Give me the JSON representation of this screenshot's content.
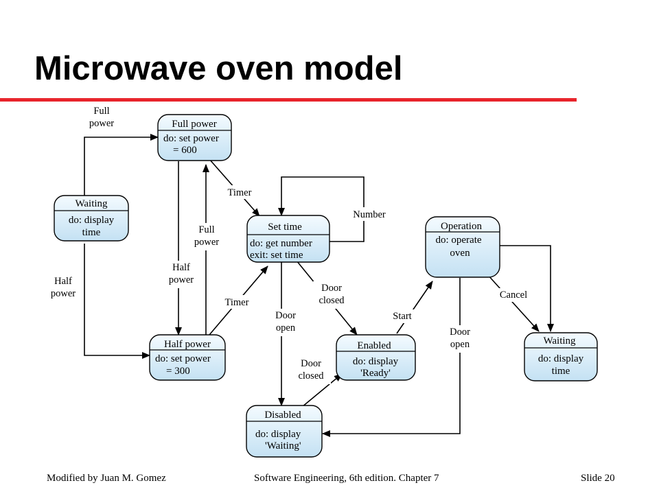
{
  "slide": {
    "title": "Microwave oven model"
  },
  "states": {
    "full_power": {
      "name": "Full power",
      "action_1": "do: set power",
      "action_2": "= 600"
    },
    "waiting_left": {
      "name": "Waiting",
      "action_1": "do: display",
      "action_2": "time"
    },
    "half_power": {
      "name": "Half power",
      "action_1": "do: set power",
      "action_2": "= 300"
    },
    "set_time": {
      "name": "Set time",
      "action_1": "do: get number",
      "action_2": "exit: set time"
    },
    "enabled": {
      "name": "Enabled",
      "action_1": "do: display",
      "action_2": "'Ready'"
    },
    "disabled": {
      "name": "Disabled",
      "action_1": "do: display",
      "action_2": "'Waiting'"
    },
    "operation": {
      "name": "Operation",
      "action_1": "do: operate",
      "action_2": "oven"
    },
    "waiting_right": {
      "name": "Waiting",
      "action_1": "do: display",
      "action_2": "time"
    }
  },
  "transitions": {
    "full_power_top": [
      "Full",
      "power"
    ],
    "half_power_left": [
      "Half",
      "power"
    ],
    "half_power_mid": [
      "Half",
      "power"
    ],
    "full_power_mid": [
      "Full",
      "power"
    ],
    "timer_top": "Timer",
    "timer_bottom": "Timer",
    "number": "Number",
    "door_open_mid": [
      "Door",
      "open"
    ],
    "door_closed_mid": [
      "Door",
      "closed"
    ],
    "door_closed_low": [
      "Door",
      "closed"
    ],
    "start": "Start",
    "cancel": "Cancel",
    "door_open_right": [
      "Door",
      "open"
    ]
  },
  "footer": {
    "left": "Modified by Juan M. Gomez",
    "center": "Software Engineering, 6th edition. Chapter 7",
    "right": "Slide  20"
  }
}
